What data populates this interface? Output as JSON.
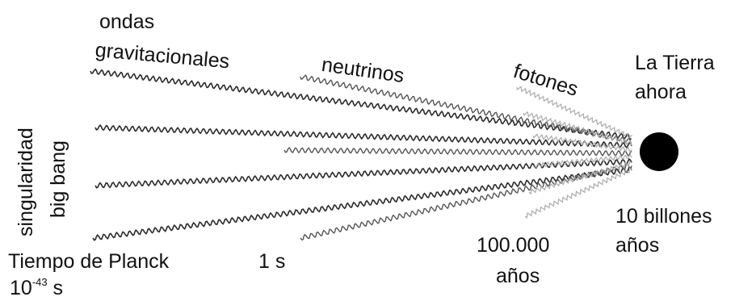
{
  "labels": {
    "gravitational_waves_line1": "ondas",
    "gravitational_waves_line2": "gravitacionales",
    "neutrinos": "neutrinos",
    "photons": "fotones",
    "earth_line1": "La Tierra",
    "earth_line2": "ahora",
    "singularity_line1": "singularidad",
    "singularity_line2": "big bang",
    "planck_time": "Tiempo de Planck",
    "planck_value_base": "10",
    "planck_value_exp": "-43",
    "planck_value_unit": " s",
    "one_second": "1 s",
    "hundred_thousand": "100.000",
    "hundred_thousand_unit": "años",
    "ten_billion": "10 billones",
    "ten_billion_unit": "años"
  },
  "colors": {
    "gravitational_waves": "#2a2a2a",
    "neutrinos": "#555555",
    "photons": "#b0b0b0",
    "earth": "#000000"
  }
}
